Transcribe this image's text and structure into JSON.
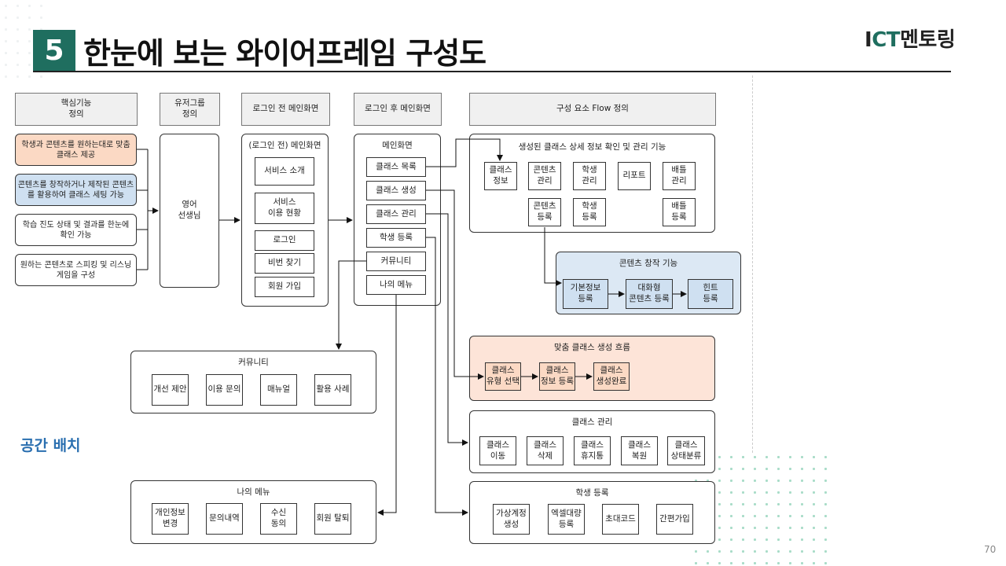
{
  "header": {
    "section_number": "5",
    "title": "한눈에 보는 와이어프레임 구성도",
    "logo_prefix": "I",
    "logo_ct": "CT",
    "logo_suffix": "멘토링"
  },
  "page_number": "70",
  "side_label": "공간 배치",
  "columns": {
    "core": "핵심기능\n정의",
    "usergroup": "유저그룹\n정의",
    "pre_login": "로그인 전 메인화면",
    "post_login": "로그인 후 메인화면",
    "flow": "구성 요소 Flow 정의"
  },
  "core_features": [
    "학생과 콘텐츠를 원하는대로 맞춤\n클래스 제공",
    "콘텐츠를 창작하거나 제작된 콘텐츠\n를 활용하여 클래스 세팅 가능",
    "학습 진도 상태 및 결과를 한눈에\n확인 가능",
    "원하는 콘텐츠로 스피킹 및 리스닝\n게임을 구성"
  ],
  "user_group": "영어\n선생님",
  "pre_login": {
    "title": "(로그인 전) 메인화면",
    "items": [
      "서비스 소개",
      "서비스\n이용 현황",
      "로그인",
      "비번 찾기",
      "회원 가입"
    ]
  },
  "post_login": {
    "title": "메인화면",
    "items": [
      "클래스 목록",
      "클래스 생성",
      "클래스 관리",
      "학생 등록",
      "커뮤니티",
      "나의 메뉴"
    ]
  },
  "class_detail": {
    "title": "생성된 클래스 상세 정보 확인 및 관리 기능",
    "row1": [
      "클래스\n정보",
      "콘텐츠\n관리",
      "학생\n관리",
      "리포트",
      "배틀\n관리"
    ],
    "row2": [
      "콘텐츠\n등록",
      "학생\n등록",
      "배틀\n등록"
    ]
  },
  "content_create": {
    "title": "콘텐츠 창작 기능",
    "items": [
      "기본정보\n등록",
      "대화형\n콘텐츠 등록",
      "힌트\n등록"
    ]
  },
  "custom_class": {
    "title": "맞춤 클래스 생성 흐름",
    "items": [
      "클래스\n유형 선택",
      "클래스\n정보 등록",
      "클래스\n생성완료"
    ]
  },
  "class_manage": {
    "title": "클래스 관리",
    "items": [
      "클래스\n이동",
      "클래스\n삭제",
      "클래스\n휴지통",
      "클래스\n복원",
      "클래스\n상태분류"
    ]
  },
  "student_reg": {
    "title": "학생 등록",
    "items": [
      "가상계정\n생성",
      "엑셀대량\n등록",
      "초대코드",
      "간편가입"
    ]
  },
  "community": {
    "title": "커뮤니티",
    "items": [
      "개선 제안",
      "이용 문의",
      "매뉴얼",
      "활용 사례"
    ]
  },
  "my_menu": {
    "title": "나의 메뉴",
    "items": [
      "개인정보\n변경",
      "문의내역",
      "수신\n동의",
      "회원 탈퇴"
    ]
  },
  "colors": {
    "accent": "#1f6e5f",
    "orange_fill": "#fbd9c4",
    "blue_fill": "#cfe0f1",
    "peach_fill": "#fde4d8",
    "dot": "#a9dcc8"
  }
}
